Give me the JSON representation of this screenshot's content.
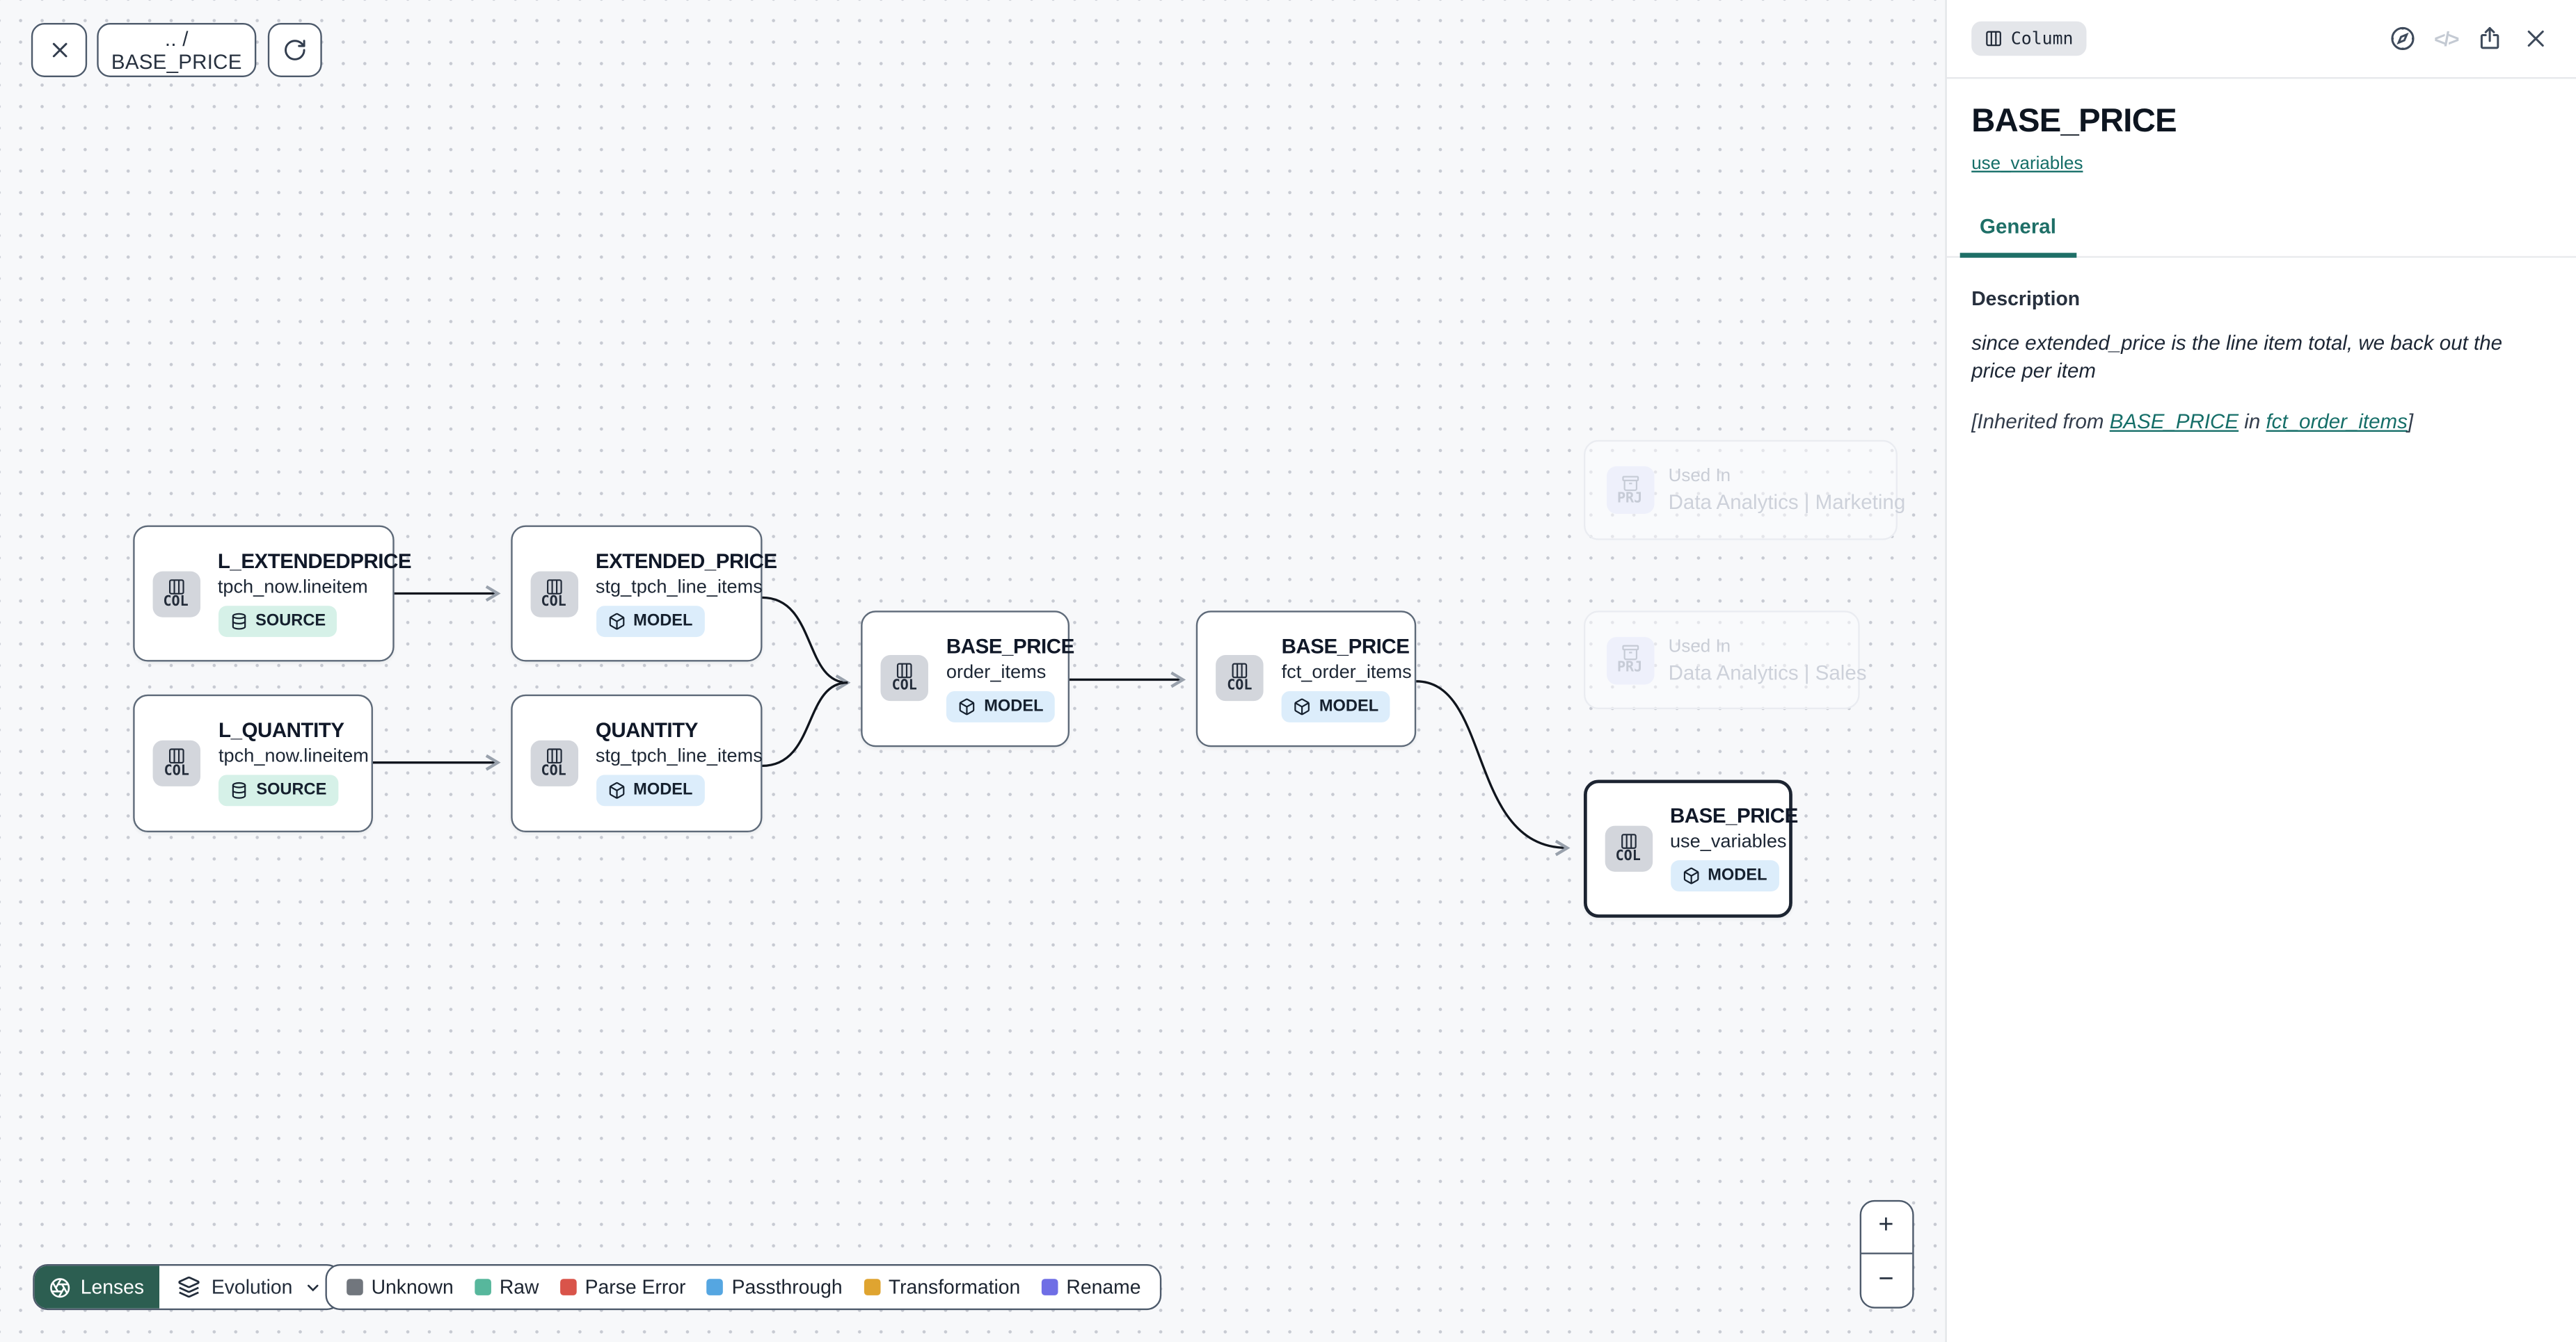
{
  "toolbar": {
    "breadcrumb": ".. / BASE_PRICE"
  },
  "canvas": {
    "col_chip": "COL",
    "prj_chip": "PRJ",
    "nodes": [
      {
        "badge": "RAW",
        "title": "L_EXTENDEDPRICE",
        "subtitle": "tpch_now.lineitem",
        "type": "SOURCE"
      },
      {
        "badge": "RENAME",
        "title": "EXTENDED_PRICE",
        "subtitle": "stg_tpch_line_items",
        "type": "MODEL"
      },
      {
        "badge": "RAW",
        "title": "L_QUANTITY",
        "subtitle": "tpch_now.lineitem",
        "type": "SOURCE"
      },
      {
        "badge": "RENAME",
        "title": "QUANTITY",
        "subtitle": "stg_tpch_line_items",
        "type": "MODEL"
      },
      {
        "badge": "TRANSFORMATION",
        "title": "BASE_PRICE",
        "subtitle": "order_items",
        "type": "MODEL"
      },
      {
        "badge": "PASSTHROUGH",
        "title": "BASE_PRICE",
        "subtitle": "fct_order_items",
        "type": "MODEL"
      },
      {
        "badge": "PASSTHROUGH",
        "title": "BASE_PRICE",
        "subtitle": "use_variables",
        "type": "MODEL"
      }
    ],
    "used_in": [
      {
        "label": "Used In",
        "value": "Data Analytics | Marketing"
      },
      {
        "label": "Used In",
        "value": "Data Analytics | Sales"
      }
    ]
  },
  "footer": {
    "lenses_label": "Lenses",
    "lens_value": "Evolution",
    "legend": [
      {
        "label": "Unknown",
        "color": "#71767d"
      },
      {
        "label": "Raw",
        "color": "#57b79c"
      },
      {
        "label": "Parse Error",
        "color": "#d9544a"
      },
      {
        "label": "Passthrough",
        "color": "#55a6e1"
      },
      {
        "label": "Transformation",
        "color": "#dfa430"
      },
      {
        "label": "Rename",
        "color": "#6f6ee5"
      }
    ],
    "zoom_in": "+",
    "zoom_out": "−"
  },
  "panel": {
    "type_badge": "Column",
    "title": "BASE_PRICE",
    "model_link": "use_variables",
    "tab_general": "General",
    "description_heading": "Description",
    "description_text": "since extended_price is the line item total, we back out the price per item",
    "inherited_prefix": "[Inherited from ",
    "inherited_link_column": "BASE_PRICE",
    "inherited_middle": " in ",
    "inherited_link_model": "fct_order_items",
    "inherited_suffix": "]",
    "code_icon_glyph": "</>"
  }
}
